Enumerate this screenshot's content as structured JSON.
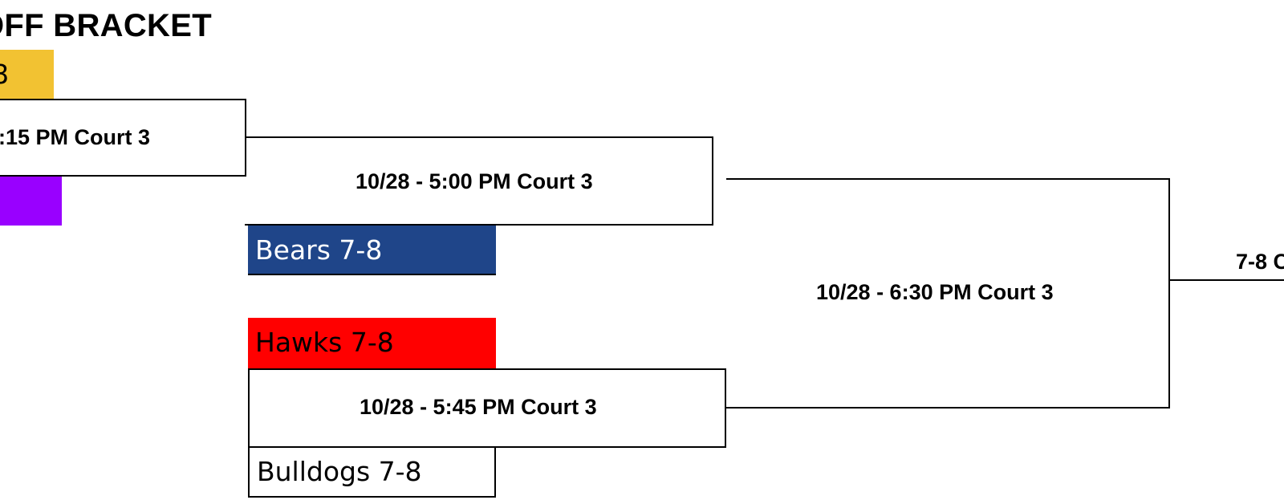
{
  "bracket": {
    "title": "OFF BRACKET",
    "teams": {
      "top_yellow": {
        "label": "8",
        "color": "#F2C232"
      },
      "top_purple": {
        "label": "",
        "color": "#9900FF"
      },
      "bears": {
        "label": "Bears 7-8",
        "color": "#1F4589",
        "text_color": "#ffffff"
      },
      "hawks": {
        "label": "Hawks 7-8",
        "color": "#FF0000",
        "text_color": "#000000"
      },
      "bulldogs": {
        "label": "Bulldogs 7-8",
        "color": "#ffffff",
        "text_color": "#000000"
      }
    },
    "games": {
      "round1_game1": ":15 PM Court 3",
      "round2_game1": "10/28 - 5:00 PM Court 3",
      "round2_game2": "10/28 - 5:45 PM Court 3",
      "semifinal": "10/28 - 6:30 PM Court 3",
      "final": "7-8 C"
    }
  }
}
